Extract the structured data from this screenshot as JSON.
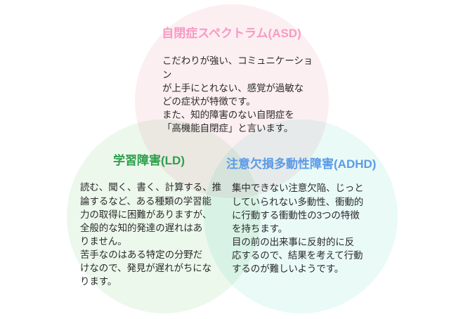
{
  "diagram": {
    "type": "venn",
    "background_color": "#ffffff",
    "groups": [
      {
        "id": "asd",
        "title": "自閉症スペクトラム(ASD)",
        "title_color": "#f79ac4",
        "circle_color": "#fceff2",
        "body": "こだわりが強い、コミュニケーション\nが上手にとれない、感覚が過敏な\nどの症状が特徴です。\nまた、知的障害のない自閉症を\n「高機能自閉症」と言います。"
      },
      {
        "id": "ld",
        "title": "学習障害(LD)",
        "title_color": "#2ca04c",
        "circle_color": "#edf8ed",
        "body": "読む、聞く、書く、計算する、推\n論するなど、ある種類の学習能\n力の取得に困難がありますが、\n全般的な知的発達の遅れはあ\nりません。\n苦手なのはある特定の分野だ\nけなので、発見が遅れがちにな\nります。"
      },
      {
        "id": "adhd",
        "title": "注意欠損多動性障害(ADHD)",
        "title_color": "#5b9be8",
        "circle_color": "#e9faf7",
        "body": "集中できない注意欠陥、じっと\nしていられない多動性、衝動的\nに行動する衝動性の3つの特徴\nを持ちます。\n目の前の出来事に反射的に反\n応するので、結果を考えて行動\nするのが難しいようです。"
      }
    ]
  }
}
